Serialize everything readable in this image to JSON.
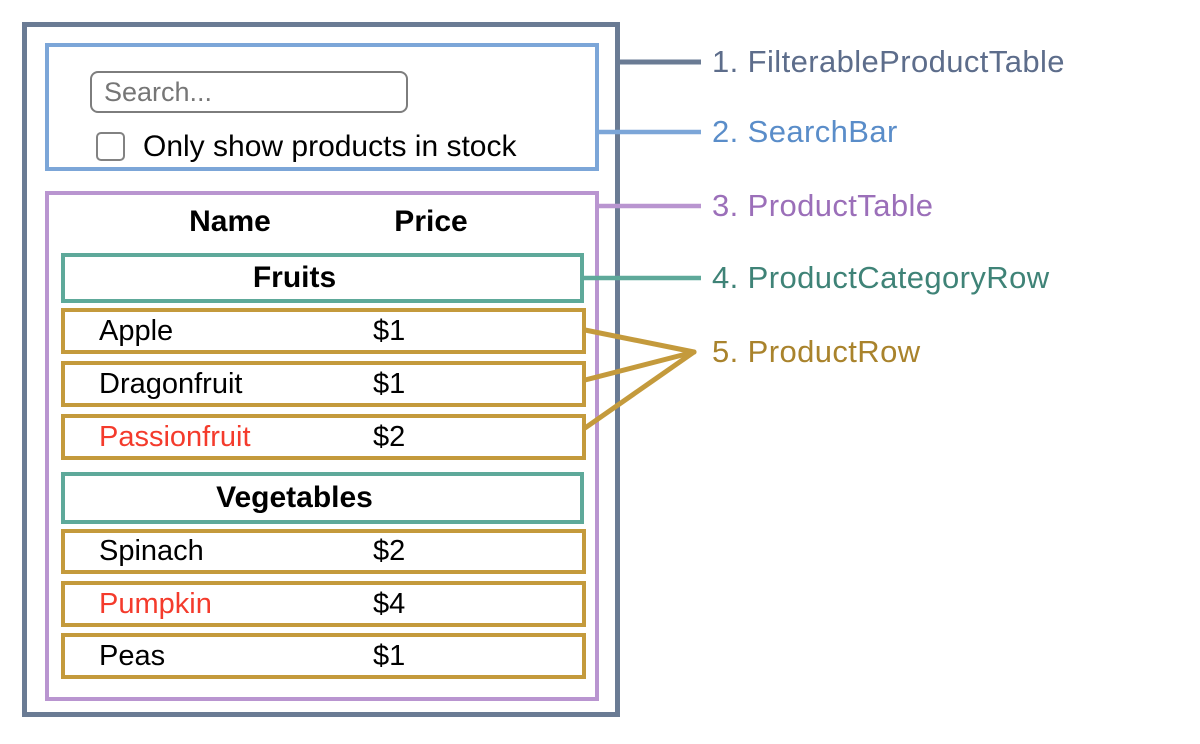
{
  "colors": {
    "slate": "#6a7b94",
    "slate_text": "#5d6d8b",
    "blue": "#7ca6d8",
    "blue_text": "#5a8dc9",
    "purple": "#b995d0",
    "purple_text": "#9b6fb9",
    "teal": "#5ea99a",
    "teal_text": "#3f8377",
    "gold": "#c49a3c",
    "gold_text": "#a9832c",
    "red": "#f43b2c",
    "input_border": "#7d7d7d",
    "placeholder": "#767676"
  },
  "search_bar": {
    "input_placeholder": "Search...",
    "checkbox_checked": false,
    "checkbox_label": "Only show products in stock"
  },
  "table": {
    "headers": [
      "Name",
      "Price"
    ],
    "sections": [
      {
        "category": "Fruits",
        "rows": [
          {
            "name": "Apple",
            "price": "$1",
            "highlighted": false
          },
          {
            "name": "Dragonfruit",
            "price": "$1",
            "highlighted": false
          },
          {
            "name": "Passionfruit",
            "price": "$2",
            "highlighted": true
          }
        ]
      },
      {
        "category": "Vegetables",
        "rows": [
          {
            "name": "Spinach",
            "price": "$2",
            "highlighted": false
          },
          {
            "name": "Pumpkin",
            "price": "$4",
            "highlighted": true
          },
          {
            "name": "Peas",
            "price": "$1",
            "highlighted": false
          }
        ]
      }
    ]
  },
  "annotations": {
    "items": [
      {
        "text": "1. FilterableProductTable",
        "color": "#5d6d8b"
      },
      {
        "text": "2. SearchBar",
        "color": "#5a8dc9"
      },
      {
        "text": "3. ProductTable",
        "color": "#9b6fb9"
      },
      {
        "text": "4. ProductCategoryRow",
        "color": "#3f8377"
      },
      {
        "text": "5. ProductRow",
        "color": "#a9832c"
      }
    ]
  }
}
